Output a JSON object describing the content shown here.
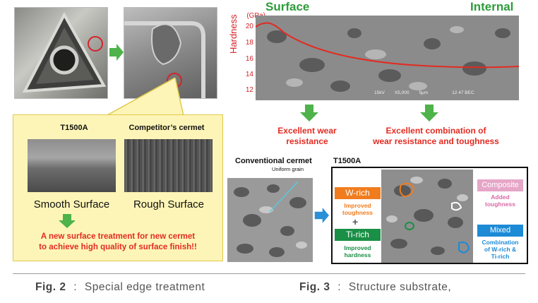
{
  "fig2": {
    "top_left_photo": "insert-photo",
    "box": {
      "left_title": "T1500A",
      "right_title": "Competitor’s cermet",
      "left_label": "Smooth Surface",
      "right_label": "Rough Surface",
      "red_line1": "A new surface treatment for new cermet",
      "red_line2": "to achieve high quality of surface finish!!"
    },
    "caption_prefix": "Fig. 2",
    "caption_sep": ":",
    "caption_text": "Special edge treatment"
  },
  "fig3": {
    "header_surface": "Surface",
    "header_internal": "Internal",
    "unit": "(GPa)",
    "yaxis_label": "Hardness",
    "ticks": [
      "20",
      "18",
      "16",
      "14",
      "12"
    ],
    "sem_scale": [
      "15kV",
      "X5,000",
      "5μm",
      "12 47 BEC"
    ],
    "left_result_1": "Excellent wear",
    "left_result_2": "resistance",
    "right_result_1": "Excellent combination of",
    "right_result_2": "wear resistance and toughness",
    "conventional_title": "Conventional cermet",
    "conventional_sub": "Uniform grain",
    "t1500a_title": "T1500A",
    "w_rich": "W-rich",
    "w_rich_note_1": "Improved",
    "w_rich_note_2": "toughness",
    "plus": "+",
    "ti_rich": "Ti-rich",
    "ti_rich_note_1": "Improved",
    "ti_rich_note_2": "hardness",
    "composite": "Composite",
    "composite_note_1": "Added",
    "composite_note_2": "toughness",
    "mixed": "Mixed",
    "mixed_note_1": "Combination",
    "mixed_note_2": "of W-rich &",
    "mixed_note_3": "Ti-rich",
    "caption_prefix": "Fig. 3",
    "caption_sep": ":",
    "caption_text": "Structure substrate,"
  },
  "colors": {
    "green": "#2e9b3b",
    "red": "#e32b21",
    "orange": "#f07c1e",
    "teal_green": "#1a8f46",
    "pink": "#e6a6c8",
    "blue": "#1d8ad6"
  }
}
